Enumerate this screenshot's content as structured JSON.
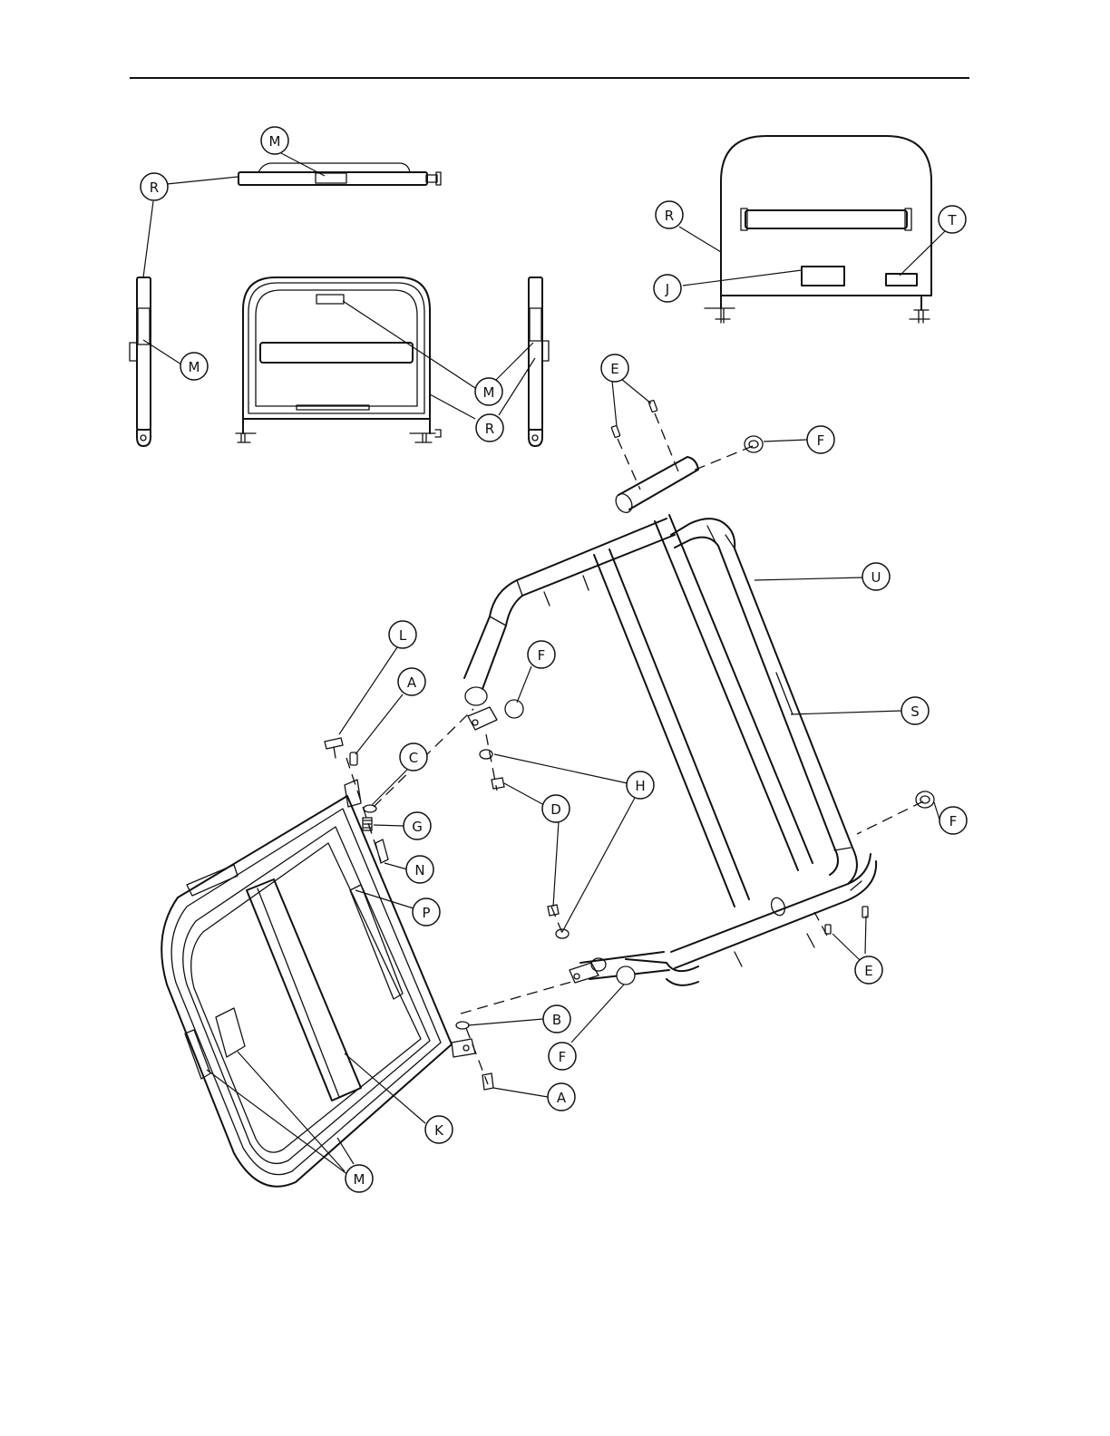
{
  "callouts": [
    {
      "label": "M"
    },
    {
      "label": "R"
    },
    {
      "label": "M"
    },
    {
      "label": "M"
    },
    {
      "label": "R"
    },
    {
      "label": "R"
    },
    {
      "label": "T"
    },
    {
      "label": "J"
    },
    {
      "label": "E"
    },
    {
      "label": "F"
    },
    {
      "label": "U"
    },
    {
      "label": "L"
    },
    {
      "label": "F"
    },
    {
      "label": "A"
    },
    {
      "label": "C"
    },
    {
      "label": "S"
    },
    {
      "label": "H"
    },
    {
      "label": "D"
    },
    {
      "label": "G"
    },
    {
      "label": "F"
    },
    {
      "label": "N"
    },
    {
      "label": "P"
    },
    {
      "label": "E"
    },
    {
      "label": "B"
    },
    {
      "label": "F"
    },
    {
      "label": "A"
    },
    {
      "label": "K"
    },
    {
      "label": "M"
    }
  ]
}
